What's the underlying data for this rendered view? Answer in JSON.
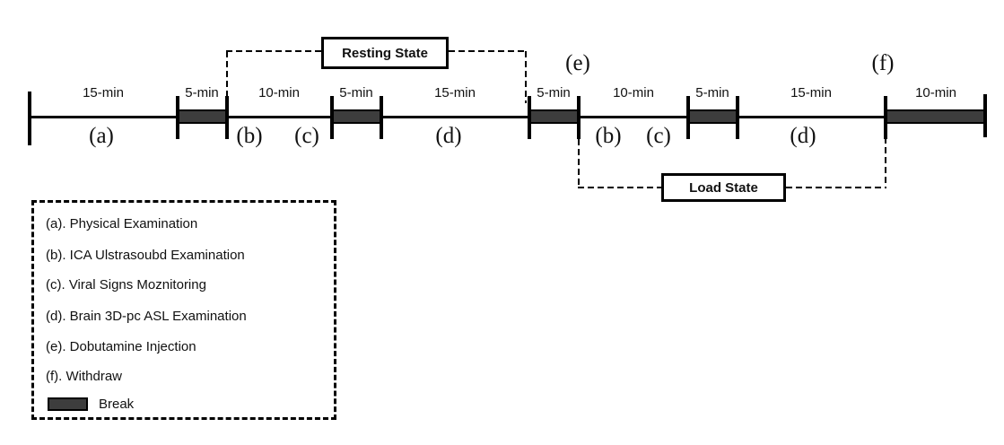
{
  "colors": {
    "background": "#ffffff",
    "line": "#000000",
    "break_fill": "#3d3d3d",
    "text": "#111111"
  },
  "timeline": {
    "duration_labels": [
      "15-min",
      "5-min",
      "10-min",
      "5-min",
      "15-min",
      "5-min",
      "10-min",
      "5-min",
      "15-min",
      "10-min"
    ],
    "letters_below": [
      "(a)",
      "(b)",
      "(c)",
      "(d)",
      "(b)",
      "(c)",
      "(d)"
    ],
    "letters_above": [
      "(e)",
      "(f)"
    ]
  },
  "states": {
    "resting": "Resting State",
    "load": "Load State"
  },
  "legend": {
    "items": [
      "(a). Physical Examination",
      "(b). ICA Ulstrasoubd Examination",
      "(c). Viral Signs Moznitoring",
      "(d). Brain 3D-pc ASL Examination",
      "(e). Dobutamine Injection",
      "(f). Withdraw"
    ],
    "break_label": "Break",
    "break_swatch_icon": "break-bar-swatch"
  }
}
